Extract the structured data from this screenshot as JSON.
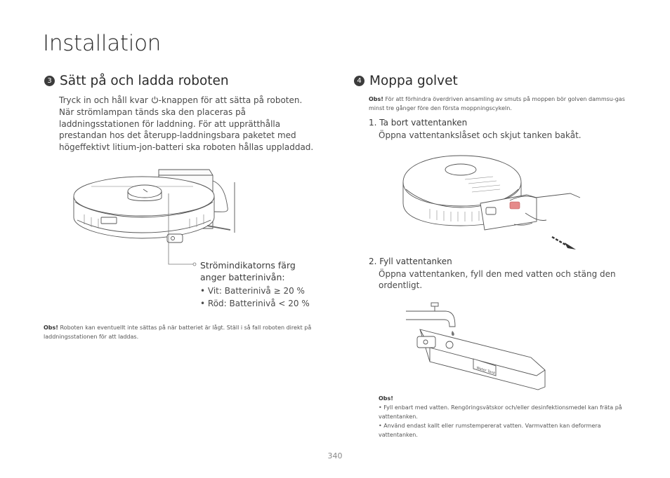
{
  "page": {
    "title": "Installation",
    "page_number": "340"
  },
  "section3": {
    "number": "3",
    "heading": "Sätt på och ladda roboten",
    "intro_part1": "Tryck in och håll kvar ",
    "intro_part2": "-knappen för att sätta på roboten. När strömlampan tänds ska den placeras på laddningsstationen för laddning. För att upprätthålla prestandan hos det återupp-laddningsbara paketet med högeffektivt litium-jon-batteri ska roboten hållas uppladdad.",
    "callout": "Strömindikatorns färg anger batterinivån:",
    "bullets": [
      "• Vit: Batterinivå ≥ 20 %",
      "• Röd: Batterinivå < 20 %"
    ],
    "note_label": "Obs!",
    "note_text": " Roboten kan eventuellt inte sättas på när batteriet är lågt. Ställ i så fall roboten direkt på laddningsstationen för att laddas.",
    "icons": [
      "power-icon",
      "robot-vacuum-dock-illustration"
    ]
  },
  "section4": {
    "number": "4",
    "heading": "Moppa golvet",
    "note_label": "Obs!",
    "note_text": "  För att förhindra överdriven ansamling av smuts på moppen bör golven dammsu-gas minst tre gånger före den första moppningscykeln.",
    "step1_title": "1. Ta bort vattentanken",
    "step1_text": "Öppna vattentankslåset och skjut tanken bakåt.",
    "step2_title": "2. Fyll vattentanken",
    "step2_text": "Öppna vattentanken, fyll den med vatten och stäng den ordentligt.",
    "tank_label": "Water Tank",
    "bottom_note_label": "Obs!",
    "bottom_bullets": [
      "• Fyll enbart med vatten. Rengöringsvätskor och/eller desinfektionsmedel kan fräta på vattentanken.",
      "• Använd endast kallt eller rumstempererat vatten. Varmvatten kan deformera vattentanken."
    ],
    "icons": [
      "robot-tank-removal-illustration",
      "faucet-tank-fill-illustration"
    ]
  }
}
